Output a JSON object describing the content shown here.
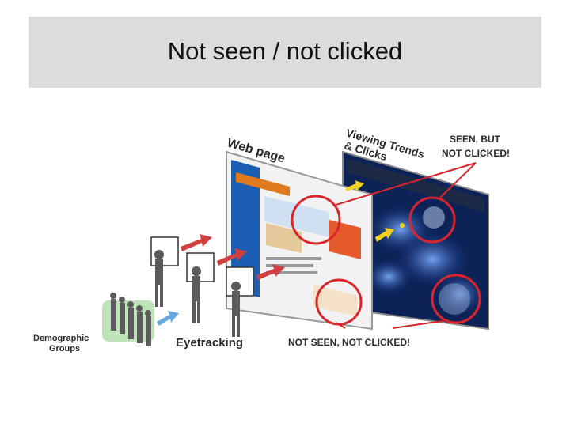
{
  "slide": {
    "title": "Not seen / not clicked"
  },
  "diagram": {
    "webpage_label": "Web page",
    "trends_label_line1": "Viewing Trends",
    "trends_label_line2": "& Clicks",
    "seen_label_line1": "SEEN, BUT",
    "seen_label_line2": "NOT CLICKED!",
    "not_seen_label": "NOT SEEN, NOT CLICKED!",
    "eyetracking_label": "Eyetracking",
    "demographic_label_line1": "Demographic",
    "demographic_label_line2": "Groups"
  },
  "colors": {
    "title_band": "#dcdcdc",
    "circle_red": "#d9252b",
    "arrow_red": "#d04040",
    "arrow_yellow": "#f2d21a",
    "arrow_blue": "#6aa6e0",
    "heatmap_dark": "#0d2358",
    "webpage_blue": "#1b5fb4",
    "group_bg": "#bfe3b9"
  }
}
